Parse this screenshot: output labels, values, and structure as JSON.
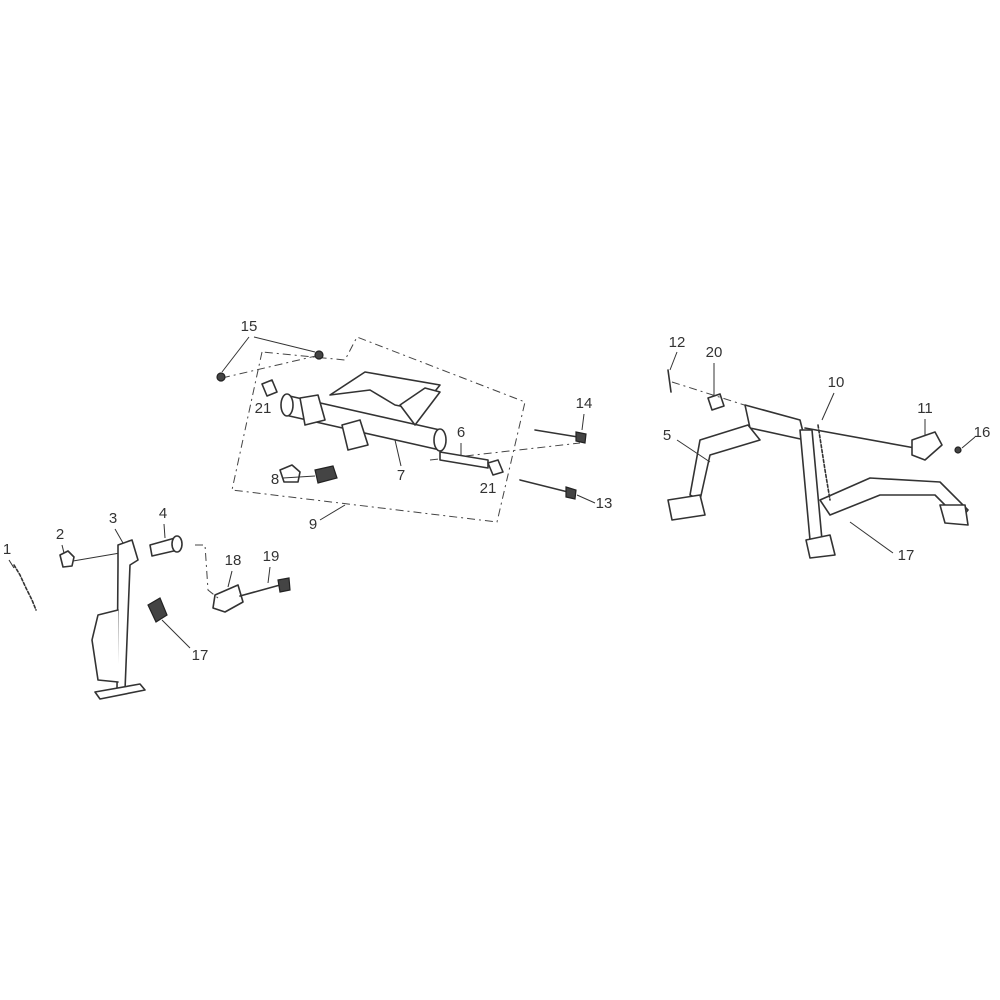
{
  "diagram": {
    "title": "Main stand and side stand exploded parts view",
    "labels": {
      "p1": "1",
      "p2": "2",
      "p3": "3",
      "p4": "4",
      "p5": "5",
      "p6": "6",
      "p7": "7",
      "p8": "8",
      "p9": "9",
      "p10": "10",
      "p11": "11",
      "p12": "12",
      "p13": "13",
      "p14": "14",
      "p15": "15",
      "p16": "16",
      "p17a": "17",
      "p17b": "17",
      "p18": "18",
      "p19": "19",
      "p20": "20",
      "p21a": "21",
      "p21b": "21"
    },
    "line_color": "#333333",
    "background": "#ffffff"
  }
}
